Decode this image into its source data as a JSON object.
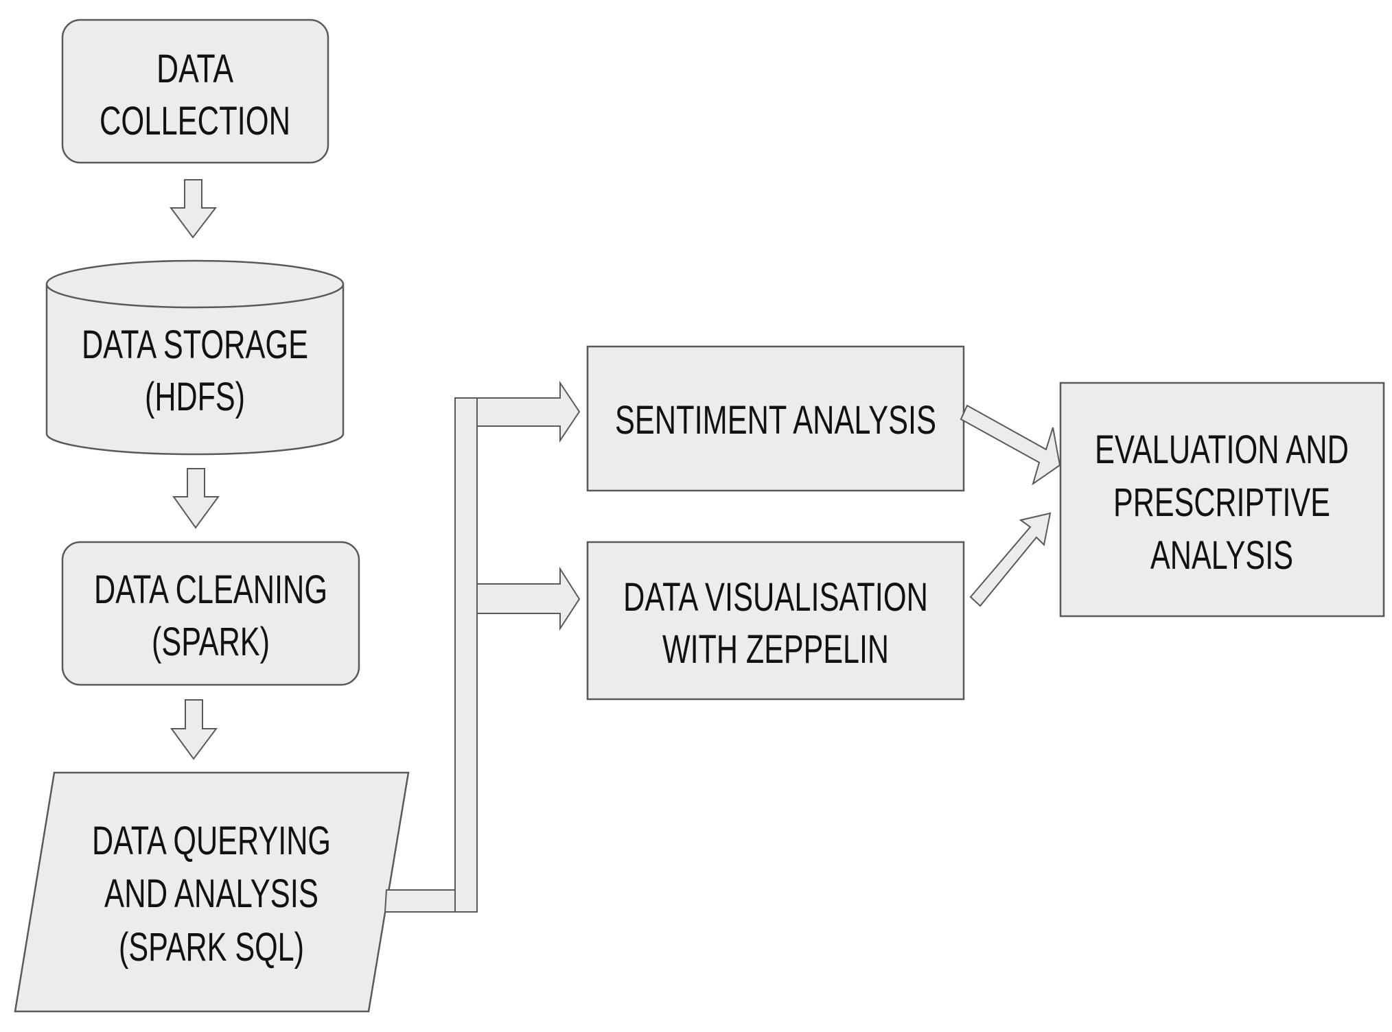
{
  "nodes": {
    "data_collection": {
      "lines": [
        "DATA",
        "COLLECTION"
      ]
    },
    "data_storage": {
      "lines": [
        "DATA STORAGE",
        "(HDFS)"
      ]
    },
    "data_cleaning": {
      "lines": [
        "DATA CLEANING",
        "(SPARK)"
      ]
    },
    "data_querying": {
      "lines": [
        "DATA QUERYING",
        "AND ANALYSIS",
        "(SPARK SQL)"
      ]
    },
    "sentiment_analysis": {
      "lines": [
        "SENTIMENT ANALYSIS"
      ]
    },
    "data_visualisation": {
      "lines": [
        "DATA VISUALISATION",
        "WITH ZEPPELIN"
      ]
    },
    "evaluation": {
      "lines": [
        "EVALUATION AND",
        "PRESCRIPTIVE",
        "ANALYSIS"
      ]
    }
  },
  "colors": {
    "fill": "#ececec",
    "stroke": "#595959",
    "text": "#111111"
  }
}
